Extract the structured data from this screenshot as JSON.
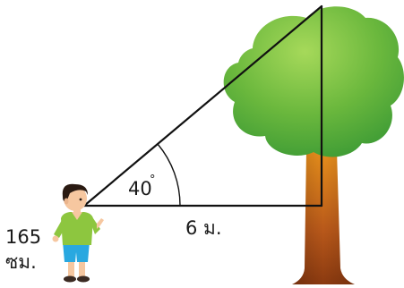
{
  "figure": {
    "angle_label": "40",
    "degree_symbol": "°",
    "distance_label": "6 ม.",
    "height_value": "165",
    "height_unit": "ซม."
  },
  "colors": {
    "foliage_light": "#8cc63f",
    "foliage_dark": "#3d9b35",
    "trunk_light": "#e8901c",
    "trunk_dark": "#8b3a10",
    "line": "#111111",
    "shirt": "#8dc63f",
    "shorts": "#29a8e0",
    "hair": "#2a1a12",
    "skin": "#f6c7a0"
  }
}
